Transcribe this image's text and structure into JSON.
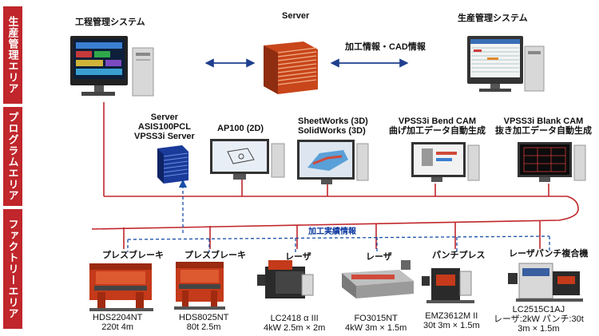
{
  "bands": {
    "production": "生産管理エリア",
    "program": "プログラムエリア",
    "factory": "ファクトリーエリア"
  },
  "top": {
    "process_mgmt": "工程管理システム",
    "server": "Server",
    "production_mgmt": "生産管理システム",
    "info_flow": "加工情報・CAD情報"
  },
  "program": {
    "server_l1": "Server",
    "server_l2": "ASIS100PCL",
    "server_l3": "VPSS3i Server",
    "ap100": "AP100 (2D)",
    "sheetworks_l1": "SheetWorks (3D)",
    "sheetworks_l2": "SolidWorks (3D)",
    "bendcam_l1": "VPSS3i Bend CAM",
    "bendcam_l2": "曲げ加工データ自動生成",
    "blankcam_l1": "VPSS3i Blank CAM",
    "blankcam_l2": "抜き加工データ自動生成"
  },
  "factory": {
    "result_info": "加工実績情報",
    "machines": [
      {
        "type": "プレスブレーキ",
        "l1": "HDS2204NT",
        "l2": "220t  4m",
        "l3": ""
      },
      {
        "type": "プレスブレーキ",
        "l1": "HDS8025NT",
        "l2": "80t  2.5m",
        "l3": ""
      },
      {
        "type": "レーザ",
        "l1": "LC2418 α III",
        "l2": "4kW  2.5m × 2m",
        "l3": ""
      },
      {
        "type": "レーザ",
        "l1": "FO3015NT",
        "l2": "4kW  3m × 1.5m",
        "l3": ""
      },
      {
        "type": "パンチプレス",
        "l1": "EMZ3612M II",
        "l2": "30t  3m × 1.5m",
        "l3": ""
      },
      {
        "type": "レーザパンチ複合機",
        "l1": "LC2515C1AJ",
        "l2": "レーザ:2kW  パンチ:30t",
        "l3": "3m × 1.5m"
      }
    ]
  },
  "colors": {
    "band": "#c0262b",
    "network": "#c0262b",
    "dashed": "#1a4fa8",
    "arrow": "#1f3f8f"
  }
}
